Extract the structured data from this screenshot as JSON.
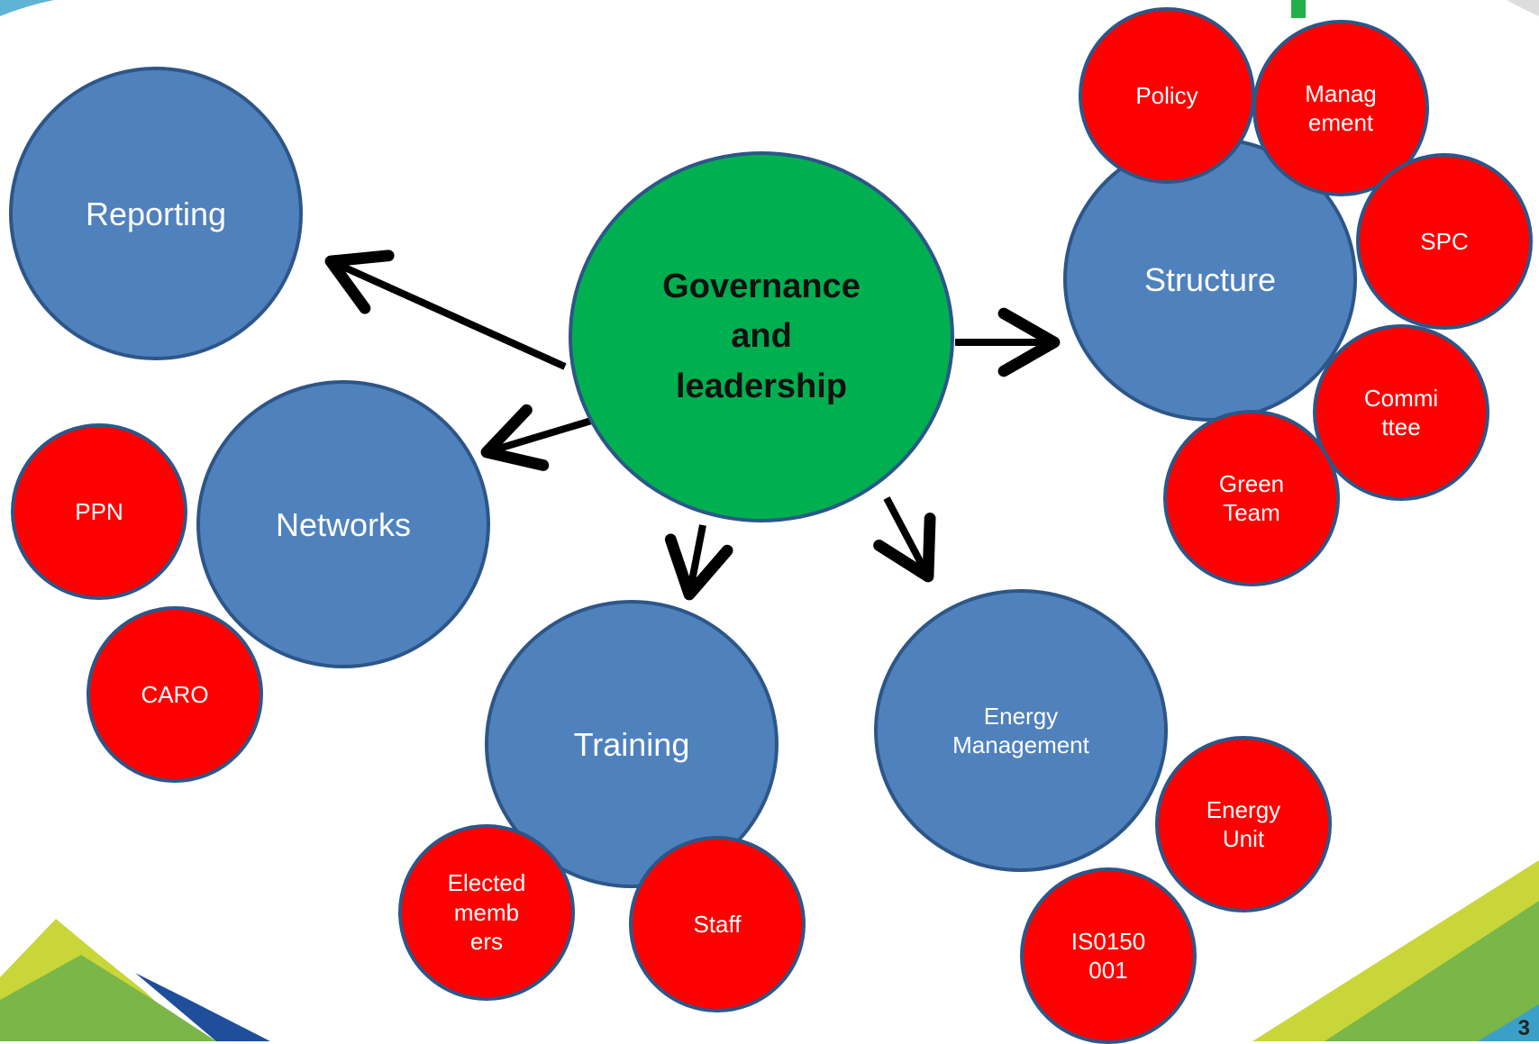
{
  "center": {
    "lines": [
      "Governance",
      "and",
      "leadership"
    ]
  },
  "nodes": {
    "reporting": {
      "label": "Reporting"
    },
    "structure": {
      "label": "Structure"
    },
    "networks": {
      "label": "Networks"
    },
    "training": {
      "label": "Training"
    },
    "energy_management": {
      "lines": [
        "Energy",
        "Management"
      ]
    }
  },
  "sub_nodes": {
    "policy": {
      "lines": [
        "Policy"
      ]
    },
    "management": {
      "lines": [
        "Manag",
        "ement"
      ]
    },
    "spc": {
      "lines": [
        "SPC"
      ]
    },
    "committee": {
      "lines": [
        "Commi",
        "ttee"
      ]
    },
    "green_team": {
      "lines": [
        "Green",
        "Team"
      ]
    },
    "ppn": {
      "lines": [
        "PPN"
      ]
    },
    "caro": {
      "lines": [
        "CARO"
      ]
    },
    "elected_members": {
      "lines": [
        "Elected",
        "memb",
        "ers"
      ]
    },
    "staff": {
      "lines": [
        "Staff"
      ]
    },
    "energy_unit": {
      "lines": [
        "Energy",
        "Unit"
      ]
    },
    "iso": {
      "lines": [
        "IS0150",
        "001"
      ]
    }
  },
  "page_number": "3",
  "colors": {
    "center_fill": "#00b050",
    "node_fill": "#4f81bd",
    "sub_node_fill": "#ff0000",
    "outline": "#2d5688",
    "arrow": "#000000"
  }
}
